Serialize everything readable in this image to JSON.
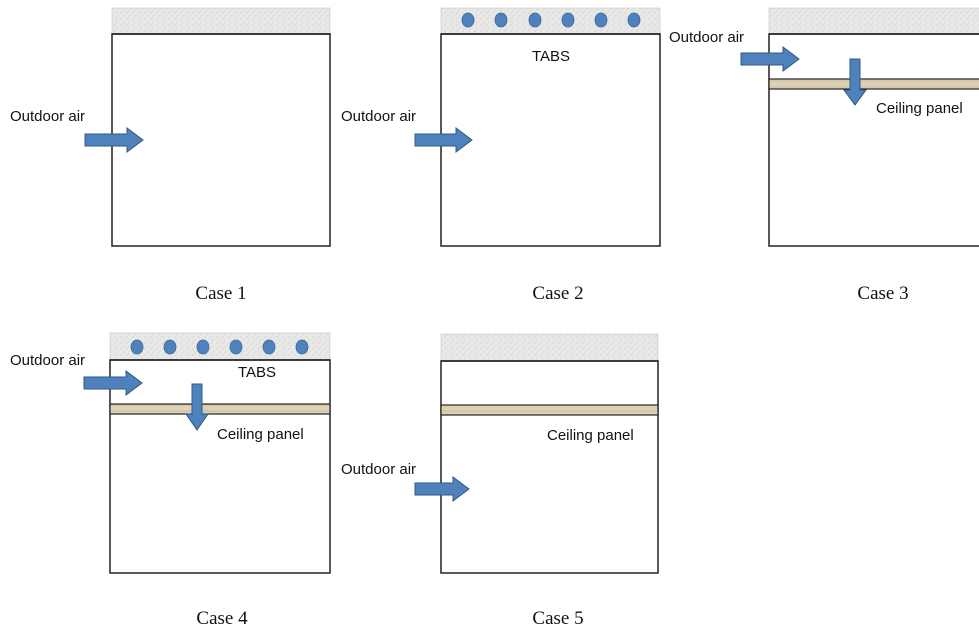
{
  "labels": {
    "outdoor_air": "Outdoor air",
    "tabs": "TABS",
    "ceiling_panel": "Ceiling panel"
  },
  "cases": [
    {
      "caption": "Case 1",
      "has_tabs": false,
      "has_ceiling_panel": false
    },
    {
      "caption": "Case 2",
      "has_tabs": true,
      "has_ceiling_panel": false
    },
    {
      "caption": "Case 3",
      "has_tabs": false,
      "has_ceiling_panel": true
    },
    {
      "caption": "Case 4",
      "has_tabs": true,
      "has_ceiling_panel": true
    },
    {
      "caption": "Case 5",
      "has_tabs": false,
      "has_ceiling_panel": true
    }
  ],
  "colors": {
    "slab": "#e6e6e4",
    "tabs_pipe": "#4f81bd",
    "arrow": "#4f81bd",
    "arrow_outline": "#2e5a8a",
    "ceiling_panel": "#d9cdb0",
    "outline": "#222222"
  }
}
